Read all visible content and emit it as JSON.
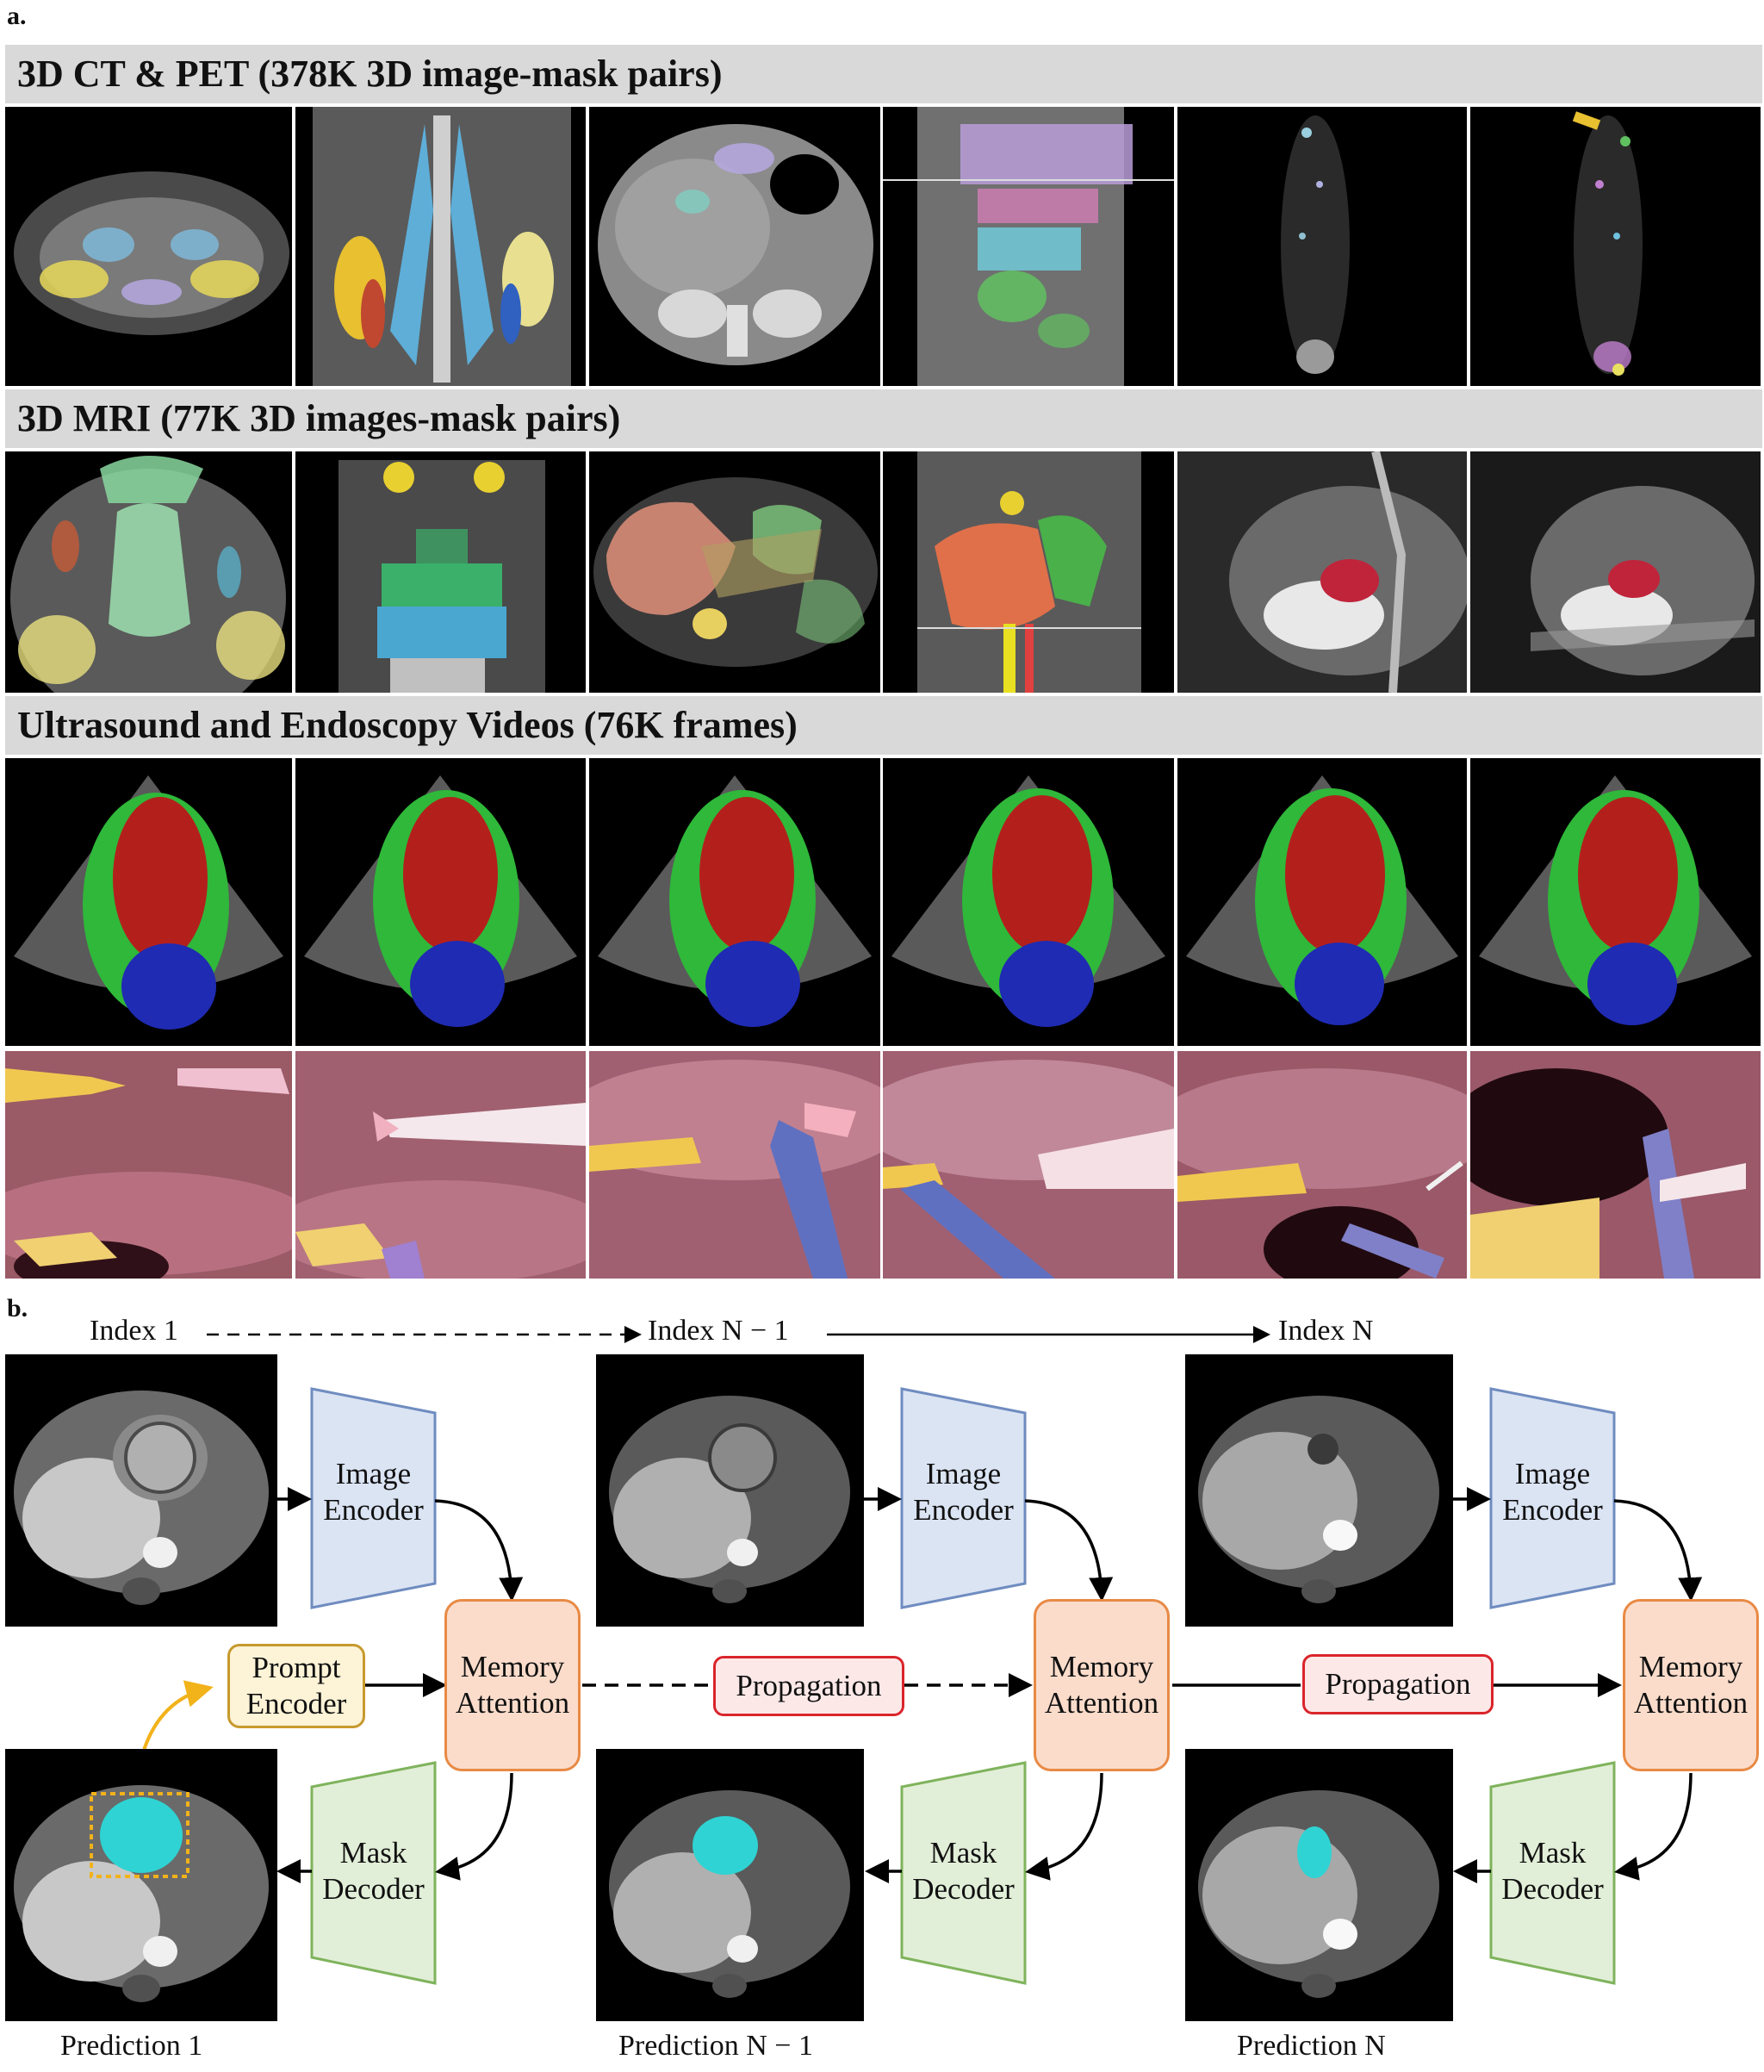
{
  "panel_a": {
    "letter": "a.",
    "sections": {
      "ct_pet": "3D CT & PET (378K 3D image-mask pairs)",
      "mri": "3D MRI (77K 3D images-mask pairs)",
      "video": "Ultrasound and Endoscopy Videos (76K frames)"
    }
  },
  "panel_b": {
    "letter": "b.",
    "index_labels": {
      "first": "Index 1",
      "middle": "Index N − 1",
      "last": "Index N"
    },
    "image_encoder": "Image Encoder",
    "mask_decoder": "Mask Decoder",
    "memory_attention": "Memory Attention",
    "prompt_encoder": "Prompt Encoder",
    "propagation": "Propagation",
    "predictions": {
      "first": "Prediction 1",
      "middle": "Prediction N − 1",
      "last": "Prediction N"
    }
  },
  "colors": {
    "encoder_fill": "#dbe4f3",
    "encoder_stroke": "#6f8cc0",
    "decoder_fill": "#e2efd8",
    "decoder_stroke": "#7fb35c",
    "memory_fill": "#fbdccb",
    "memory_stroke": "#e88a45",
    "prompt_fill": "#fdf3d6",
    "prompt_stroke": "#c79a2e",
    "propagation_fill": "#fde8e8",
    "propagation_stroke": "#d9252b",
    "mask_cyan": "#2fd3d3",
    "ultrasound_green": "#2fb83a",
    "ultrasound_red": "#b3201c",
    "ultrasound_blue": "#1f2bb3"
  }
}
